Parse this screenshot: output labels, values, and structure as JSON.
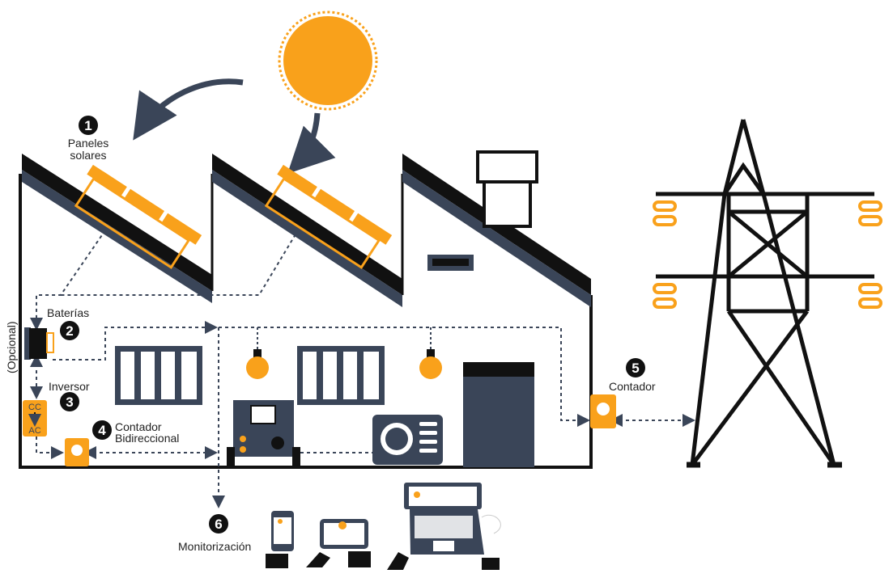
{
  "colors": {
    "accent": "#f9a11b",
    "navy": "#3a4558",
    "black": "#111111"
  },
  "labels": {
    "paneles_line1": "Paneles",
    "paneles_line2": "solares",
    "baterias": "Baterías",
    "opcional": "(Opcional)",
    "inversor": "Inversor",
    "inversor_cc": "CC",
    "inversor_ac": "AC",
    "contador_bidi_line1": "Contador",
    "contador_bidi_line2": "Bidireccional",
    "contador": "Contador",
    "monitorizacion": "Monitorización"
  },
  "steps": [
    "1",
    "2",
    "3",
    "4",
    "5",
    "6"
  ]
}
